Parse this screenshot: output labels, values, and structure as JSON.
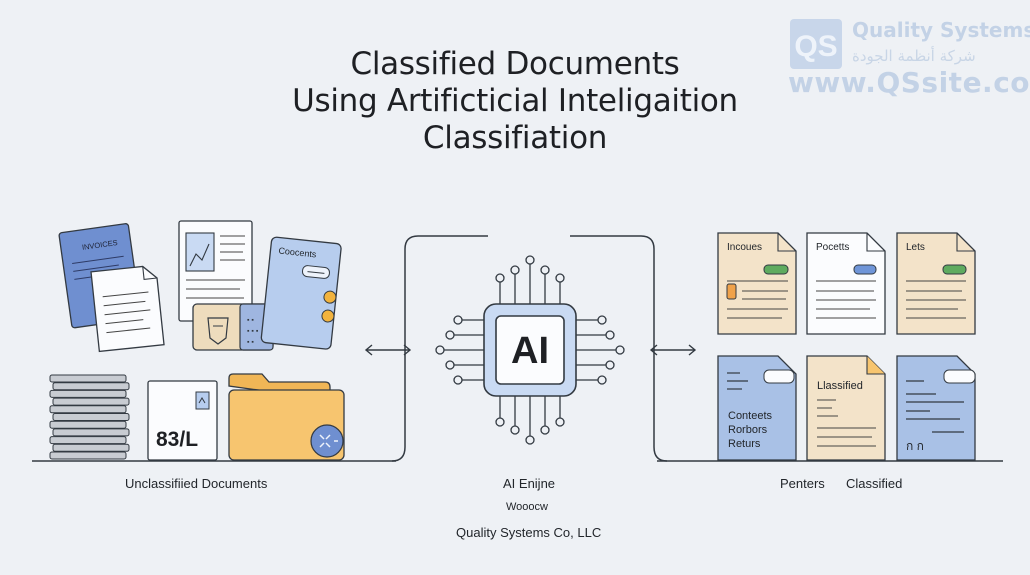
{
  "title": {
    "line1": "Classified Documents",
    "line2": "Using Artificticial Inteligaition",
    "line3": "Classifiation"
  },
  "brand": {
    "logo_letters": "QS",
    "name": "Quality Systems",
    "arabic_name": "شركة أنظمة الجودة",
    "url": "www.QSsite.com"
  },
  "left": {
    "label": "Unclassifiied Documents",
    "doc_texts": {
      "invoices": "INVOICES",
      "coocents": "Coocents",
      "code": "83/L"
    }
  },
  "center": {
    "chip_label": "AI",
    "label": "AI Enijne",
    "sublabel": "Wooocw",
    "company": "Quality Systems Co, LLC"
  },
  "right": {
    "label_left": "Penters",
    "label_right": "Classified",
    "cards": {
      "incoues": "Incoues",
      "pocetts": "Pocetts",
      "lets": "Lets",
      "contents_1": "Conteets",
      "contents_2": "Rorbors",
      "contents_3": "Returs",
      "llassified": "Llassified",
      "squiggle": "ก ก"
    }
  },
  "colors": {
    "background": "#eef1f5",
    "blue_doc": "#a9c1e6",
    "blue_dark": "#6f8fd0",
    "beige_doc": "#f3e3c9",
    "folder": "#f7c56f",
    "tag_green": "#5fab5f",
    "tag_blue": "#6f95d8",
    "tag_orange": "#f0a24a",
    "chip": "#c9daf3",
    "line": "#333a42"
  }
}
